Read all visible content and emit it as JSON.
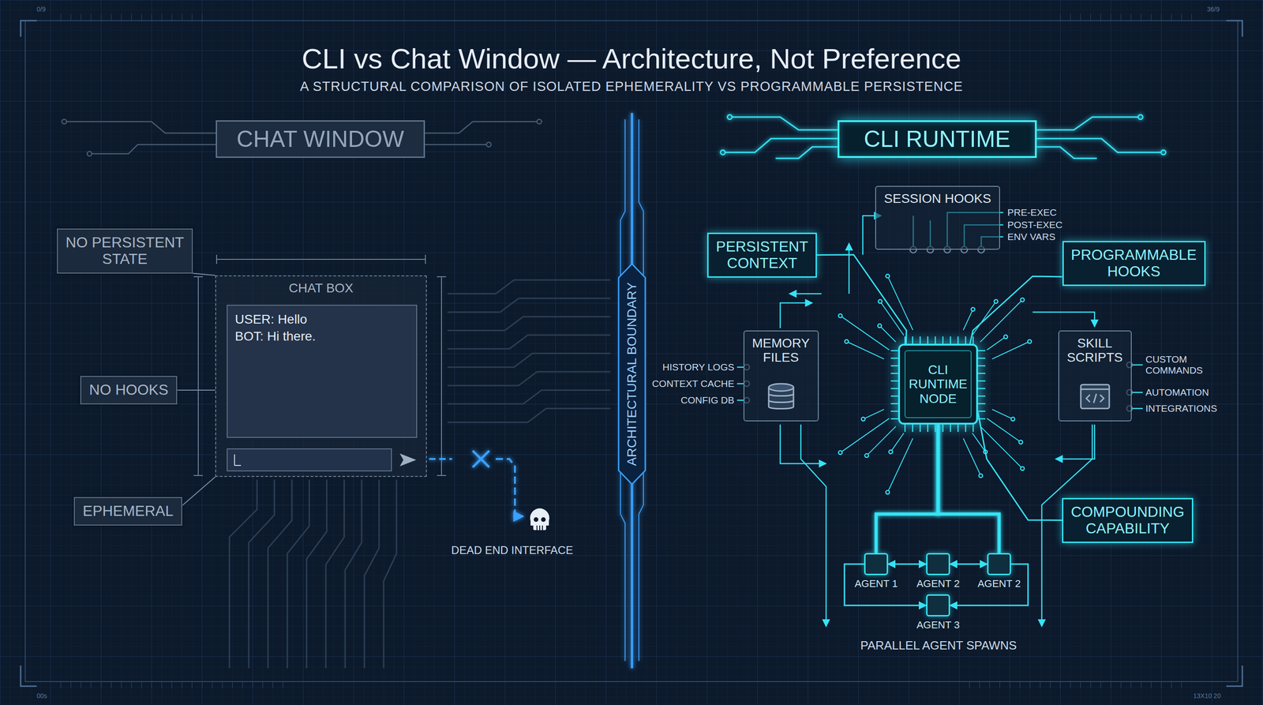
{
  "diagram": {
    "title": "CLI vs Chat Window — Architecture, Not Preference",
    "caption": "A STRUCTURAL COMPARISON OF ISOLATED EPHEMERALITY VS PROGRAMMABLE PERSISTENCE",
    "nodes": [
      {
        "text": [
          "CHAT WINDOW"
        ]
      },
      {
        "text": [
          "NO PERSISTENT STATE"
        ]
      },
      {
        "text": [
          "CHAT BOX"
        ]
      },
      {
        "text": [
          "USER: Hello",
          "BOT: Hi there."
        ],
        "in": 2
      },
      {
        "text": [
          "NO HOOKS"
        ]
      },
      {
        "text": [
          "EPHEMERAL"
        ]
      },
      {
        "text": [
          "ARCHITECTURAL BOUNDARY"
        ]
      },
      {
        "text": [
          "CLI RUNTIME"
        ]
      },
      {
        "text": [
          "SESSION HOOKS"
        ]
      },
      {
        "text": [
          "PERSISTENT CONTEXT"
        ]
      },
      {
        "text": [
          "PROGRAMMABLE HOOKS"
        ]
      },
      {
        "text": [
          "MEMORY FILES"
        ]
      },
      {
        "text": [
          "CLI RUNTIME NODE"
        ]
      },
      {
        "text": [
          "SKILL SCRIPTS"
        ]
      },
      {
        "text": [
          "COMPOUNDING CAPABILITY"
        ]
      },
      {
        "text": [
          "AGENT 1"
        ]
      },
      {
        "text": [
          "AGENT 2"
        ]
      },
      {
        "text": [
          "AGENT 2"
        ]
      },
      {
        "text": [
          "AGENT 3"
        ]
      }
    ],
    "edges": [
      {
        "from": 1,
        "to": 2,
        "arrow": "none"
      },
      {
        "from": 4,
        "to": 2,
        "arrow": "none"
      },
      {
        "from": 5,
        "to": 2,
        "arrow": "none"
      },
      {
        "from": 9,
        "to": 12,
        "arrow": "none"
      },
      {
        "from": 10,
        "to": 12,
        "arrow": "none"
      },
      {
        "from": 14,
        "to": 12,
        "arrow": "none"
      },
      {
        "from": 12,
        "to": 11,
        "arrow": "none"
      },
      {
        "from": 12,
        "to": 13,
        "arrow": "none"
      },
      {
        "from": 12,
        "to": 8,
        "arrow": "none"
      },
      {
        "from": 12,
        "to": 15,
        "arrow": "none"
      },
      {
        "from": 12,
        "to": 16,
        "arrow": "none"
      },
      {
        "from": 12,
        "to": 17,
        "arrow": "none"
      },
      {
        "from": 15,
        "to": 16,
        "arrow": "both"
      },
      {
        "from": 16,
        "to": 17,
        "arrow": "both"
      },
      {
        "from": 15,
        "to": 18,
        "arrow": "to"
      },
      {
        "from": 17,
        "to": 18,
        "arrow": "to"
      }
    ],
    "labels": [
      "PRE-EXEC",
      "POST-EXEC",
      "ENV VARS",
      "HISTORY LOGS",
      "CONTEXT CACHE",
      "CONFIG DB",
      "CUSTOM COMMANDS",
      "AUTOMATION",
      "INTEGRATIONS",
      "DEAD END INTERFACE",
      "PARALLEL AGENT SPAWNS",
      "0/9",
      "36/9",
      "00s",
      "13X10 20"
    ]
  }
}
